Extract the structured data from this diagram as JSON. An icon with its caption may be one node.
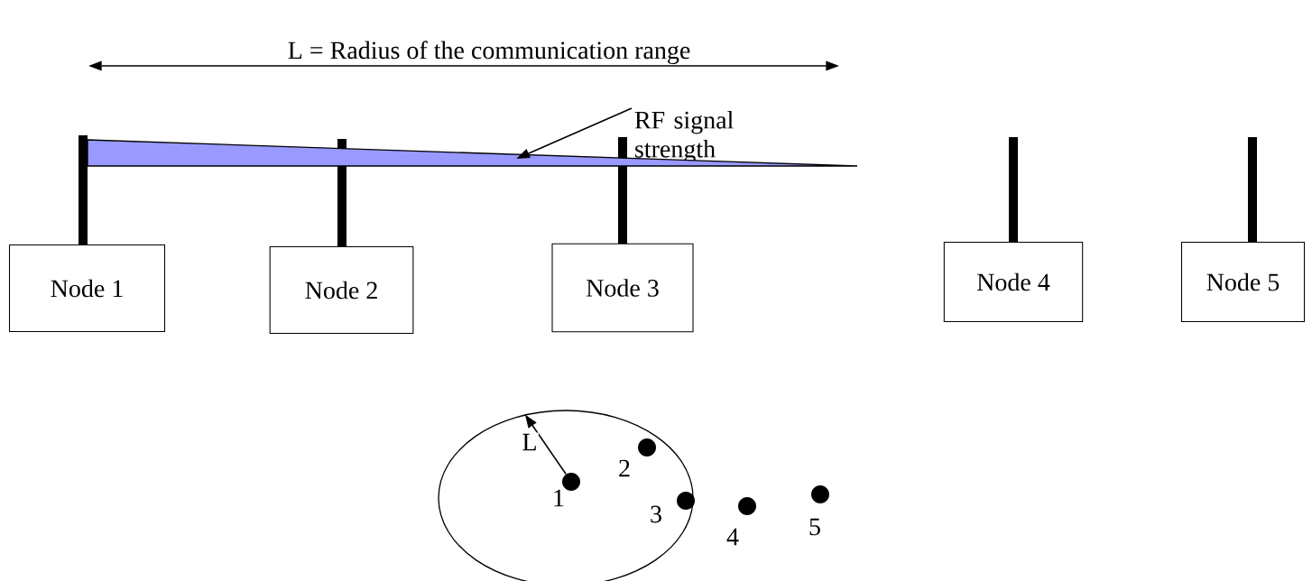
{
  "diagram": {
    "nodes": [
      {
        "text": [
          "Node 1"
        ]
      },
      {
        "text": [
          "Node 2"
        ]
      },
      {
        "text": [
          "Node 3"
        ]
      },
      {
        "text": [
          "Node 4"
        ]
      },
      {
        "text": [
          "Node 5"
        ]
      },
      {
        "text": [
          "RF signal strength"
        ]
      },
      {
        "text": [],
        "shape": "triangle"
      },
      {
        "text": [],
        "shape": "ellipse"
      },
      {
        "text": [],
        "shape": "circle",
        "beside": [
          "1"
        ],
        "in": 7
      },
      {
        "text": [],
        "shape": "circle",
        "beside": [
          "2"
        ],
        "in": 7
      },
      {
        "text": [],
        "shape": "circle",
        "beside": [
          "3"
        ],
        "in": 7
      },
      {
        "text": [],
        "shape": "circle",
        "beside": [
          "4"
        ]
      },
      {
        "text": [],
        "shape": "circle",
        "beside": [
          "5"
        ]
      }
    ],
    "edges": [
      {
        "from": 5,
        "to": 6,
        "arrow": "to"
      },
      {
        "from": 8,
        "to": 7,
        "arrow": "to",
        "label": "L"
      }
    ],
    "labels": [
      "L = Radius of the communication range"
    ]
  }
}
